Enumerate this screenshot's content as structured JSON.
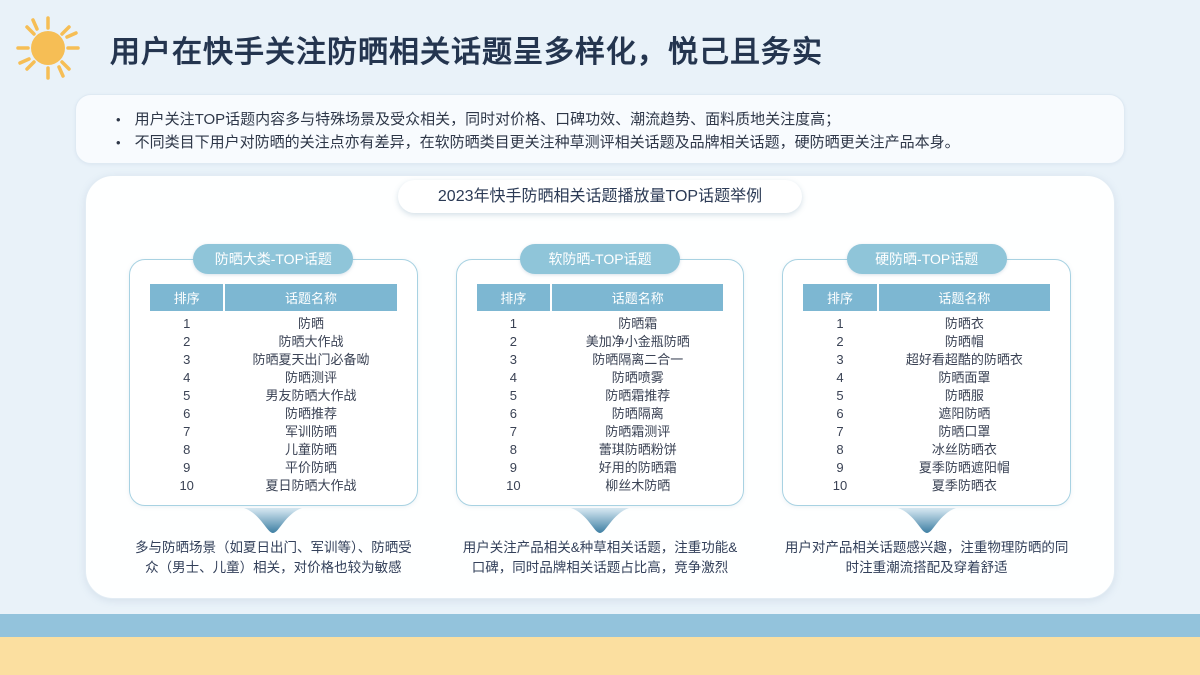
{
  "slide": {
    "title": "用户在快手关注防晒相关话题呈多样化，悦己且务实",
    "bullets": [
      "用户关注TOP话题内容多与特殊场景及受众相关，同时对价格、口碑功效、潮流趋势、面料质地关注度高；",
      "不同类目下用户对防晒的关注点亦有差异，在软防晒类目更关注种草测评相关话题及品牌相关话题，硬防晒更关注产品本身。"
    ],
    "card_title": "2023年快手防晒相关话题播放量TOP话题举例"
  },
  "columns": [
    {
      "label": "防晒大类-TOP话题",
      "table": {
        "headers": [
          "排序",
          "话题名称"
        ],
        "rows": [
          [
            "1",
            "防晒"
          ],
          [
            "2",
            "防晒大作战"
          ],
          [
            "3",
            "防晒夏天出门必备呦"
          ],
          [
            "4",
            "防晒测评"
          ],
          [
            "5",
            "男友防晒大作战"
          ],
          [
            "6",
            "防晒推荐"
          ],
          [
            "7",
            "军训防晒"
          ],
          [
            "8",
            "儿童防晒"
          ],
          [
            "9",
            "平价防晒"
          ],
          [
            "10",
            "夏日防晒大作战"
          ]
        ]
      },
      "caption": "多与防晒场景（如夏日出门、军训等）、防晒受众（男士、儿童）相关，对价格也较为敏感"
    },
    {
      "label": "软防晒-TOP话题",
      "table": {
        "headers": [
          "排序",
          "话题名称"
        ],
        "rows": [
          [
            "1",
            "防晒霜"
          ],
          [
            "2",
            "美加净小金瓶防晒"
          ],
          [
            "3",
            "防晒隔离二合一"
          ],
          [
            "4",
            "防晒喷雾"
          ],
          [
            "5",
            "防晒霜推荐"
          ],
          [
            "6",
            "防晒隔离"
          ],
          [
            "7",
            "防晒霜测评"
          ],
          [
            "8",
            "蕾琪防晒粉饼"
          ],
          [
            "9",
            "好用的防晒霜"
          ],
          [
            "10",
            "柳丝木防晒"
          ]
        ]
      },
      "caption": "用户关注产品相关&种草相关话题，注重功能&口碑，同时品牌相关话题占比高，竞争激烈"
    },
    {
      "label": "硬防晒-TOP话题",
      "table": {
        "headers": [
          "排序",
          "话题名称"
        ],
        "rows": [
          [
            "1",
            "防晒衣"
          ],
          [
            "2",
            "防晒帽"
          ],
          [
            "3",
            "超好看超酷的防晒衣"
          ],
          [
            "4",
            "防晒面罩"
          ],
          [
            "5",
            "防晒服"
          ],
          [
            "6",
            "遮阳防晒"
          ],
          [
            "7",
            "防晒口罩"
          ],
          [
            "8",
            "冰丝防晒衣"
          ],
          [
            "9",
            "夏季防晒遮阳帽"
          ],
          [
            "10",
            "夏季防晒衣"
          ]
        ]
      },
      "caption": "用户对产品相关话题感兴趣，注重物理防晒的同时注重潮流搭配及穿着舒适"
    }
  ],
  "colors": {
    "background": "#E9F2F9",
    "title_text": "#24354F",
    "pill_blue": "#8FC5D9",
    "table_header_blue": "#7DB7D2",
    "table_border": "#A8D2E2",
    "stripe_blue": "#93C3DC",
    "stripe_yellow": "#FBDFA0",
    "sun_yellow": "#F6BE55",
    "arrow_dark": "#3E7FA3",
    "arrow_light": "#D9EAF3"
  }
}
